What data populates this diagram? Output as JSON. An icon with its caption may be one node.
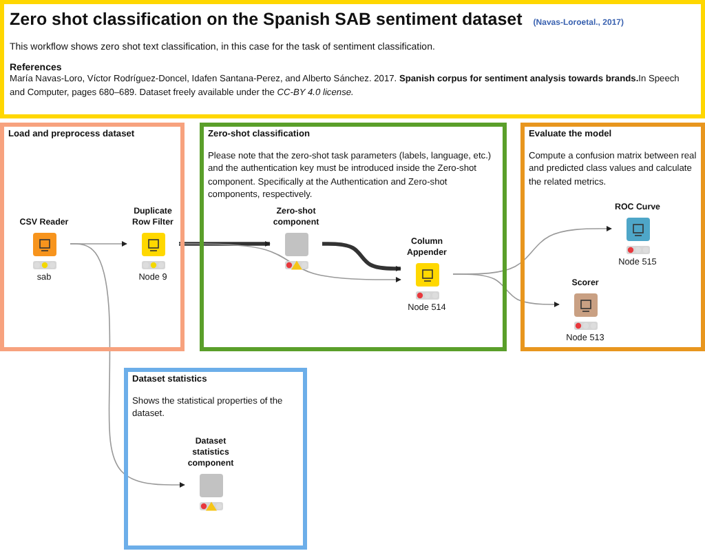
{
  "diagram": {
    "nodes": [
      {
        "text": [
          "Zero shot classification on the Spanish SAB sentiment dataset",
          "(Navas-Loroetal., 2017)",
          "This workflow shows zero shot text classification, in this case for the task of sentiment classification.",
          "References",
          "María Navas-Loro, Víctor Rodríguez-Doncel, Idafen Santana-Perez, and Alberto Sánchez. 2017. **Spanish corpus for sentiment analysis towards brands.**In Speech and Computer, pages 680–689. Dataset freely available under the *CC-BY 4.0 license.*"
        ]
      },
      {
        "text": [
          "Load and preprocess dataset"
        ]
      },
      {
        "text": [
          "Zero-shot classification",
          "Please note that the zero-shot task parameters (labels, language, etc.) and the authentication key must be introduced inside the Zero-shot component. Specifically at the Authentication and Zero-shot components, respectively."
        ]
      },
      {
        "text": [
          "Evaluate the model",
          "Compute a confusion matrix between real and predicted class values and calculate the related metrics."
        ]
      },
      {
        "text": [
          "Dataset statistics",
          "Shows the statistical properties of the dataset."
        ]
      },
      {
        "text": [
          "CSV Reader",
          "sab"
        ],
        "in": 1
      },
      {
        "text": [
          "Duplicate Row Filter",
          "Node 9"
        ],
        "in": 1
      },
      {
        "text": [
          "Zero-shot component"
        ],
        "in": 2
      },
      {
        "text": [
          "Column Appender",
          "Node 514"
        ],
        "in": 2
      },
      {
        "text": [
          "ROC Curve",
          "Node 515"
        ],
        "in": 3
      },
      {
        "text": [
          "Scorer",
          "Node 513"
        ],
        "in": 3
      },
      {
        "text": [
          "Dataset statistics component"
        ],
        "in": 4
      }
    ],
    "edges": [
      {
        "from": 5,
        "to": 6,
        "arrow": "to"
      },
      {
        "from": 5,
        "to": 11,
        "arrow": "to"
      },
      {
        "from": 6,
        "to": 7,
        "arrow": "to",
        "style": "thick",
        "color": "#333333"
      },
      {
        "from": 6,
        "to": 8,
        "arrow": "to"
      },
      {
        "from": 7,
        "to": 8,
        "arrow": "to",
        "style": "thick",
        "color": "#333333"
      },
      {
        "from": 8,
        "to": 9,
        "arrow": "to"
      },
      {
        "from": 8,
        "to": 10,
        "arrow": "to"
      }
    ]
  }
}
